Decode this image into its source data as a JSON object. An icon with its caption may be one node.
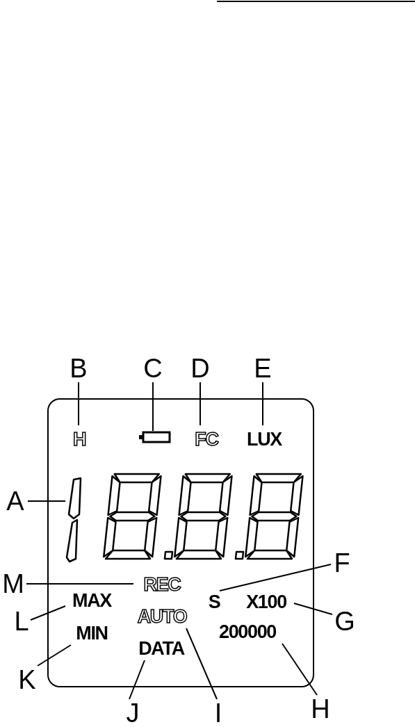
{
  "diagram": {
    "nodes": [
      {
        "text": [],
        "shape": "box"
      },
      {
        "text": [
          "B"
        ]
      },
      {
        "text": [
          "C"
        ]
      },
      {
        "text": [
          "D"
        ]
      },
      {
        "text": [
          "E"
        ]
      },
      {
        "text": [
          "H"
        ],
        "in": 0
      },
      {
        "text": [],
        "shape": "battery",
        "in": 0
      },
      {
        "text": [
          "FC"
        ],
        "in": 0
      },
      {
        "text": [
          "LUX"
        ],
        "in": 0
      },
      {
        "text": [
          "A"
        ]
      },
      {
        "text": [],
        "shape": "digit",
        "in": 0
      },
      {
        "text": [
          "M"
        ]
      },
      {
        "text": [
          "REC"
        ],
        "in": 0
      },
      {
        "text": [
          "F"
        ]
      },
      {
        "text": [
          "S"
        ],
        "in": 0
      },
      {
        "text": [
          "L"
        ]
      },
      {
        "text": [
          "MAX"
        ],
        "in": 0
      },
      {
        "text": [
          "X100"
        ],
        "in": 0
      },
      {
        "text": [
          "G"
        ]
      },
      {
        "text": [
          "AUTO"
        ],
        "in": 0
      },
      {
        "text": [
          "MIN"
        ],
        "in": 0
      },
      {
        "text": [
          "200000"
        ],
        "in": 0
      },
      {
        "text": [
          "K"
        ]
      },
      {
        "text": [
          "DATA"
        ],
        "in": 0
      },
      {
        "text": [
          "J"
        ]
      },
      {
        "text": [
          "I"
        ]
      },
      {
        "text": [
          "H"
        ]
      }
    ],
    "edges": [
      {
        "from": 9,
        "to": 10,
        "arrow": "none"
      },
      {
        "from": 1,
        "to": 5,
        "arrow": "none"
      },
      {
        "from": 2,
        "to": 6,
        "arrow": "none"
      },
      {
        "from": 3,
        "to": 7,
        "arrow": "none"
      },
      {
        "from": 4,
        "to": 8,
        "arrow": "none"
      },
      {
        "from": 13,
        "to": 14,
        "arrow": "none"
      },
      {
        "from": 18,
        "to": 17,
        "arrow": "none"
      },
      {
        "from": 26,
        "to": 21,
        "arrow": "none"
      },
      {
        "from": 25,
        "to": 19,
        "arrow": "none"
      },
      {
        "from": 24,
        "to": 23,
        "arrow": "none"
      },
      {
        "from": 22,
        "to": 20,
        "arrow": "none"
      },
      {
        "from": 15,
        "to": 16,
        "arrow": "none"
      },
      {
        "from": 11,
        "to": 12,
        "arrow": "none"
      }
    ]
  }
}
